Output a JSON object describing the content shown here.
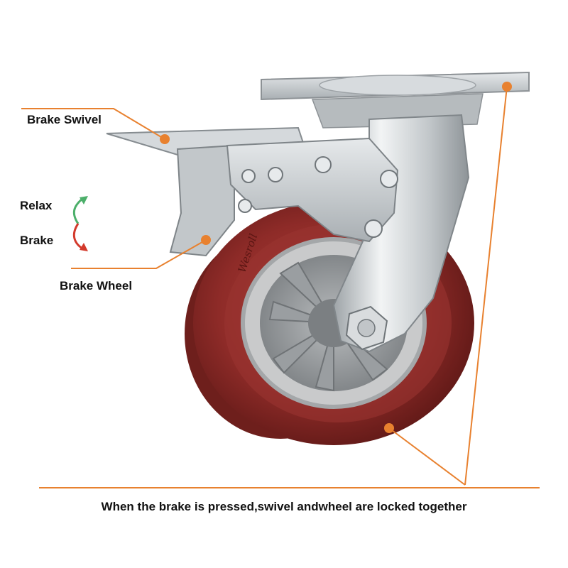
{
  "labels": {
    "brake_swivel": "Brake Swivel",
    "relax": "Relax",
    "brake": "Brake",
    "brake_wheel": "Brake Wheel"
  },
  "caption": "When the brake is pressed,swivel andwheel are locked together",
  "wheel_brand": "Wesroll",
  "colors": {
    "callout_orange": "#E8812F",
    "tread_red": "#8E2B28",
    "hub_gray": "#8E9193",
    "steel": "#C9CDD0",
    "arrow_up_green": "#4CAF6A",
    "arrow_down_red": "#D33A2C"
  },
  "icons": [
    "curved-arrow-up-icon",
    "curved-arrow-down-icon"
  ]
}
